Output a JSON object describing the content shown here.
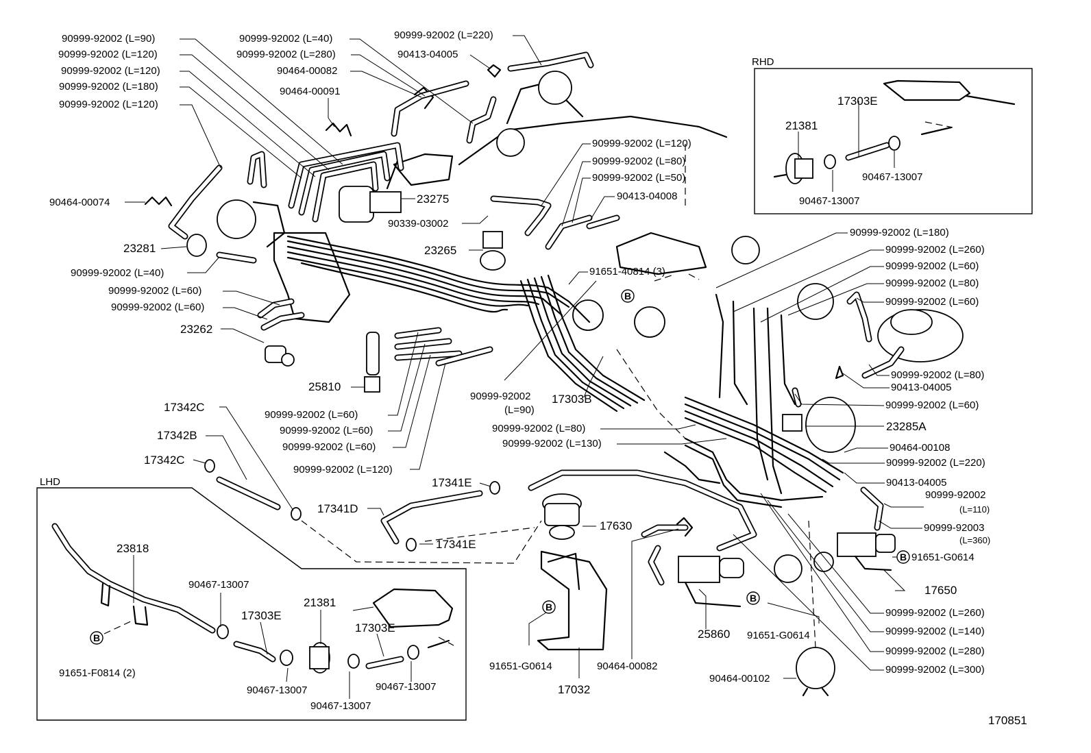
{
  "inset_rhd": {
    "title": "RHD",
    "labels": [
      "17303E",
      "21381",
      "90467-13007",
      "90467-13007"
    ]
  },
  "inset_lhd": {
    "title": "LHD",
    "labels": [
      "23818",
      "90467-13007",
      "17303E",
      "21381",
      "17303E",
      "90467-13007",
      "90467-13007",
      "90467-13007",
      "91651-F0814 (2)"
    ]
  },
  "callout_marker": "B",
  "left_labels": [
    "90999-92002 (L=90)",
    "90999-92002 (L=120)",
    "90999-92002 (L=120)",
    "90999-92002 (L=180)",
    "90999-92002 (L=120)",
    "90464-00074",
    "23281",
    "90999-92002  (L=40)",
    "90999-92002 (L=60)",
    "90999-92002  (L=60)",
    "23262"
  ],
  "top_labels": [
    "90999-92002 (L=40)",
    "90999-92002 (L=280)",
    "90464-00082",
    "90464-00091",
    "90999-92002 (L=220)",
    "90413-04005",
    "23275",
    "90339-03002",
    "23265"
  ],
  "center_labels": [
    "90999-92002 (L=120)",
    "90999-92002 (L=80)",
    "90999-92002 (L=50)",
    "90413-04008",
    "91651-40814 (3)",
    "25810",
    "90999-92002",
    "(L=90)",
    "17303B",
    "90999-92002 (L=60)",
    "90999-92002 (L=60)",
    "90999-92002 (L=60)",
    "90999-92002 (L=120)",
    "17342C",
    "17342B",
    "17342C",
    "17341E",
    "17341D",
    "17630",
    "17341E",
    "90999-92002 (L=80)",
    "90999-92002 (L=130)"
  ],
  "right_labels": [
    "90999-92002 (L=180)",
    "90999-92002 (L=260)",
    "90999-92002 (L=60)",
    "90999-92002 (L=80)",
    "90999-92002 (L=60)",
    "90999-92002 (L=80)",
    "90413-04005",
    "90999-92002 (L=60)",
    "23285A",
    "90464-00108",
    "90999-92002 (L=220)",
    "90413-04005",
    "90999-92002",
    "(L=110)",
    "90999-92003",
    "(L=360)",
    "91651-G0614",
    "17650",
    "90999-92002 (L=260)",
    "90999-92002 (L=140)",
    "90999-92002 (L=280)",
    "90999-92002 (L=300)"
  ],
  "bottom_labels": [
    "91651-G0614",
    "17032",
    "90464-00082",
    "25860",
    "91651-G0614",
    "90464-00102"
  ],
  "drawing_number": "170851"
}
